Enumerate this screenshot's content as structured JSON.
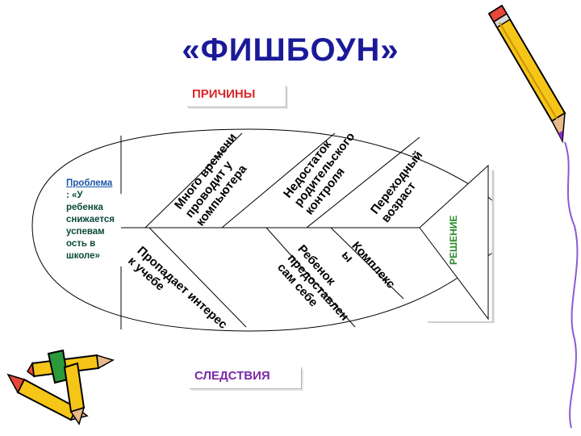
{
  "title": "«ФИШБОУН»",
  "causes_label": "ПРИЧИНЫ",
  "effects_label": "СЛЕДСТВИЯ",
  "solution_label": "РЕШЕНИЕ",
  "problem": {
    "head": "Проблема",
    "text_lines": [
      ": «У",
      "ребенка",
      "снижается",
      "успевам",
      "ость в",
      "школе»"
    ]
  },
  "upper_bones": [
    {
      "text": "Много времени\nпроводит у\nкомпьютера"
    },
    {
      "text": "Недостаток\nродительского\nконтроля"
    },
    {
      "text": "Переходный\nвозраст"
    }
  ],
  "lower_bones": [
    {
      "text": "Пропадает интерес\nк учебе"
    },
    {
      "text": "Ребенок\nпредоставлен\nсам себе"
    },
    {
      "text": "Комплекс\nы"
    }
  ],
  "icons": [
    "pencil-icon",
    "crayons-icon"
  ],
  "colors": {
    "title": "#1a1a99",
    "causes": "#d9262a",
    "effects": "#7a2aa8",
    "solution": "#2a8a2a"
  }
}
